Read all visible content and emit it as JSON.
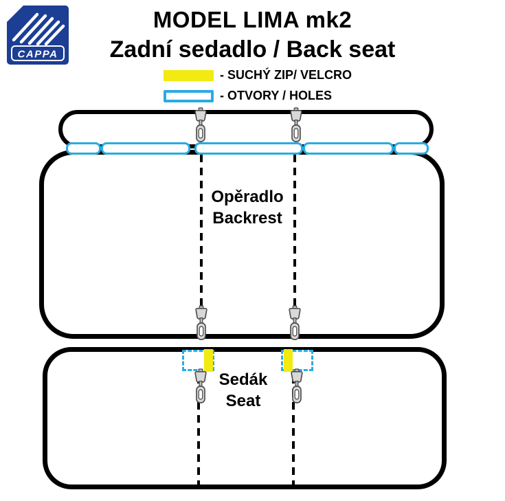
{
  "header": {
    "title": "MODEL LIMA mk2",
    "subtitle": "Zadní sedadlo / Back seat"
  },
  "logo": {
    "brand": "CAPPA"
  },
  "legend": {
    "velcro_label": "- SUCHÝ ZIP/ VELCRO",
    "holes_label": "- OTVORY / HOLES"
  },
  "diagram": {
    "backrest": {
      "label_cz": "Opěradlo",
      "label_en": "Backrest"
    },
    "seat": {
      "label_cz": "Sedák",
      "label_en": "Seat"
    }
  },
  "colors": {
    "velcro_yellow": "#f2ea10",
    "holes_cyan": "#29abe2",
    "logo_blue": "#1c3e94",
    "outline_black": "#000000"
  }
}
